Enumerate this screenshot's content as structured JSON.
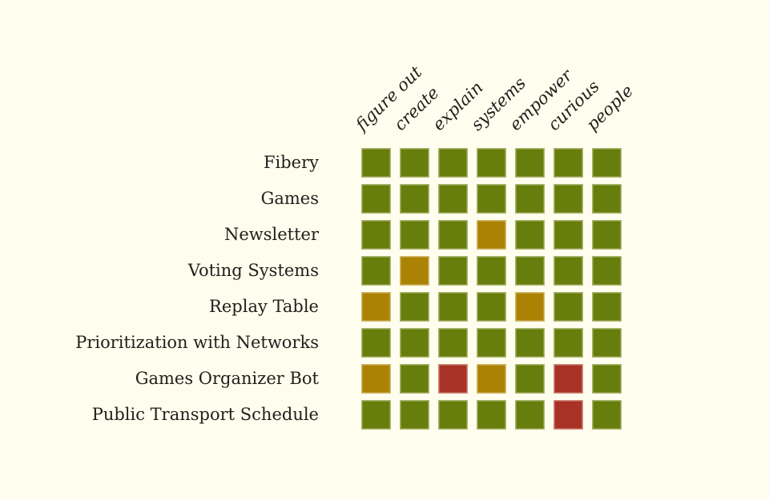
{
  "background": "#fffdee",
  "text_color": "#21201a",
  "chart_data": {
    "type": "heatmap",
    "title": "",
    "rows": [
      "Fibery",
      "Games",
      "Newsletter",
      "Voting Systems",
      "Replay Table",
      "Prioritization with Networks",
      "Games Organizer Bot",
      "Public Transport Schedule"
    ],
    "columns": [
      "figure out",
      "create",
      "explain",
      "systems",
      "empower",
      "curious",
      "people"
    ],
    "cell_states": [
      [
        "green",
        "green",
        "green",
        "green",
        "green",
        "green",
        "green"
      ],
      [
        "green",
        "green",
        "green",
        "green",
        "green",
        "green",
        "green"
      ],
      [
        "green",
        "green",
        "green",
        "yellow",
        "green",
        "green",
        "green"
      ],
      [
        "green",
        "yellow",
        "green",
        "green",
        "green",
        "green",
        "green"
      ],
      [
        "yellow",
        "green",
        "green",
        "green",
        "yellow",
        "green",
        "green"
      ],
      [
        "green",
        "green",
        "green",
        "green",
        "green",
        "green",
        "green"
      ],
      [
        "yellow",
        "green",
        "red",
        "yellow",
        "green",
        "red",
        "green"
      ],
      [
        "green",
        "green",
        "green",
        "green",
        "green",
        "red",
        "green"
      ]
    ],
    "palette": {
      "green": "#677d0c",
      "yellow": "#ab8204",
      "red": "#a93226"
    },
    "legend_position": "none",
    "grid": false
  }
}
